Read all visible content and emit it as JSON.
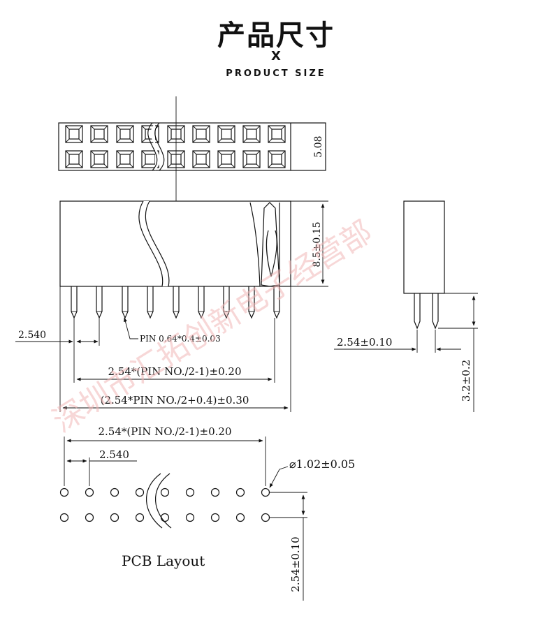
{
  "header": {
    "title": "产品尺寸",
    "x_mark": "X",
    "subtitle": "PRODUCT SIZE"
  },
  "dimensions": {
    "top_height": "5.08",
    "body_height": "8.5±0.15",
    "pitch_left": "2.540",
    "pin_spec": "PIN 0.64*0.4±0.03",
    "span_inner": "2.54*(PIN NO./2-1)±0.20",
    "span_outer": "(2.54*PIN NO./2+0.4)±0.30",
    "side_pitch": "2.54±0.10",
    "side_tail": "3.2±0.2"
  },
  "pcb": {
    "span": "2.54*(PIN NO./2-1)±0.20",
    "pitch": "2.540",
    "hole": "⌀1.02±0.05",
    "row_pitch": "2.54±0.10",
    "label": "PCB  Layout"
  },
  "watermark": "深圳市汇拓创新电子经营部"
}
